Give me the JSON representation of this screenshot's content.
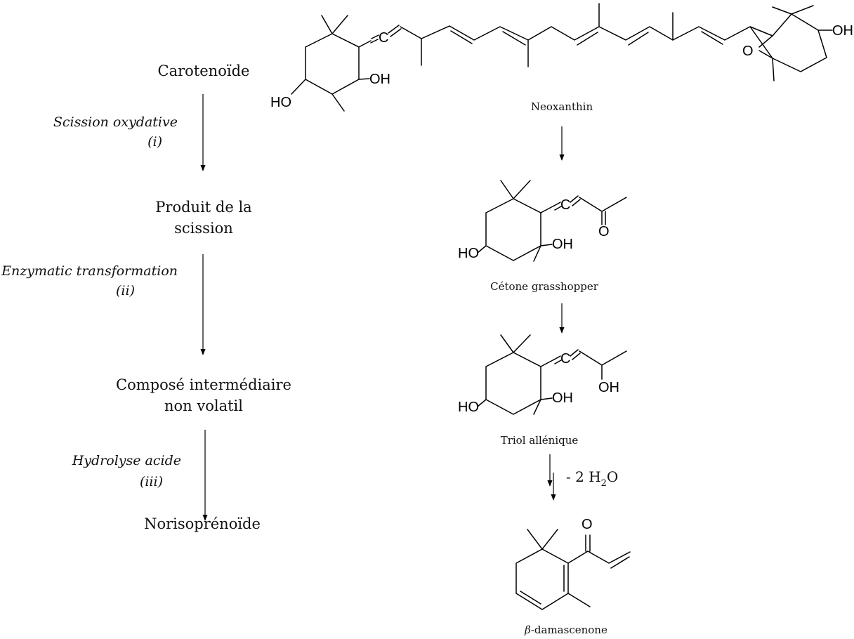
{
  "pathway": {
    "steps": [
      "Carotenoïde",
      "Produit de la scission",
      "Composé intermédiaire non volatil",
      "Norisoprénoïde"
    ],
    "step2": {
      "line1": "Produit de la",
      "line2": "scission"
    },
    "step3": {
      "line1": "Composé intermédiaire",
      "line2": "non volatil"
    },
    "conditions": {
      "c1": {
        "name": "Scission oxydative",
        "num": "(i)"
      },
      "c2": {
        "name": "Enzymatic transformation",
        "num": "(ii)"
      },
      "c3": {
        "name": "Hydrolyse acide",
        "num": "(iii)"
      }
    }
  },
  "molecules": {
    "m1": {
      "name": "Neoxanthin"
    },
    "m2": {
      "name": "Cétone grasshopper"
    },
    "m3": {
      "name": "Triol allénique"
    },
    "m4": {
      "prefix": "β",
      "name": "-damascenone"
    }
  },
  "reagent": {
    "pre": "- 2 H",
    "sub": "2",
    "post": "O"
  },
  "atoms": {
    "ho": "HO",
    "oh": "OH",
    "o": "O",
    "c": "C"
  }
}
